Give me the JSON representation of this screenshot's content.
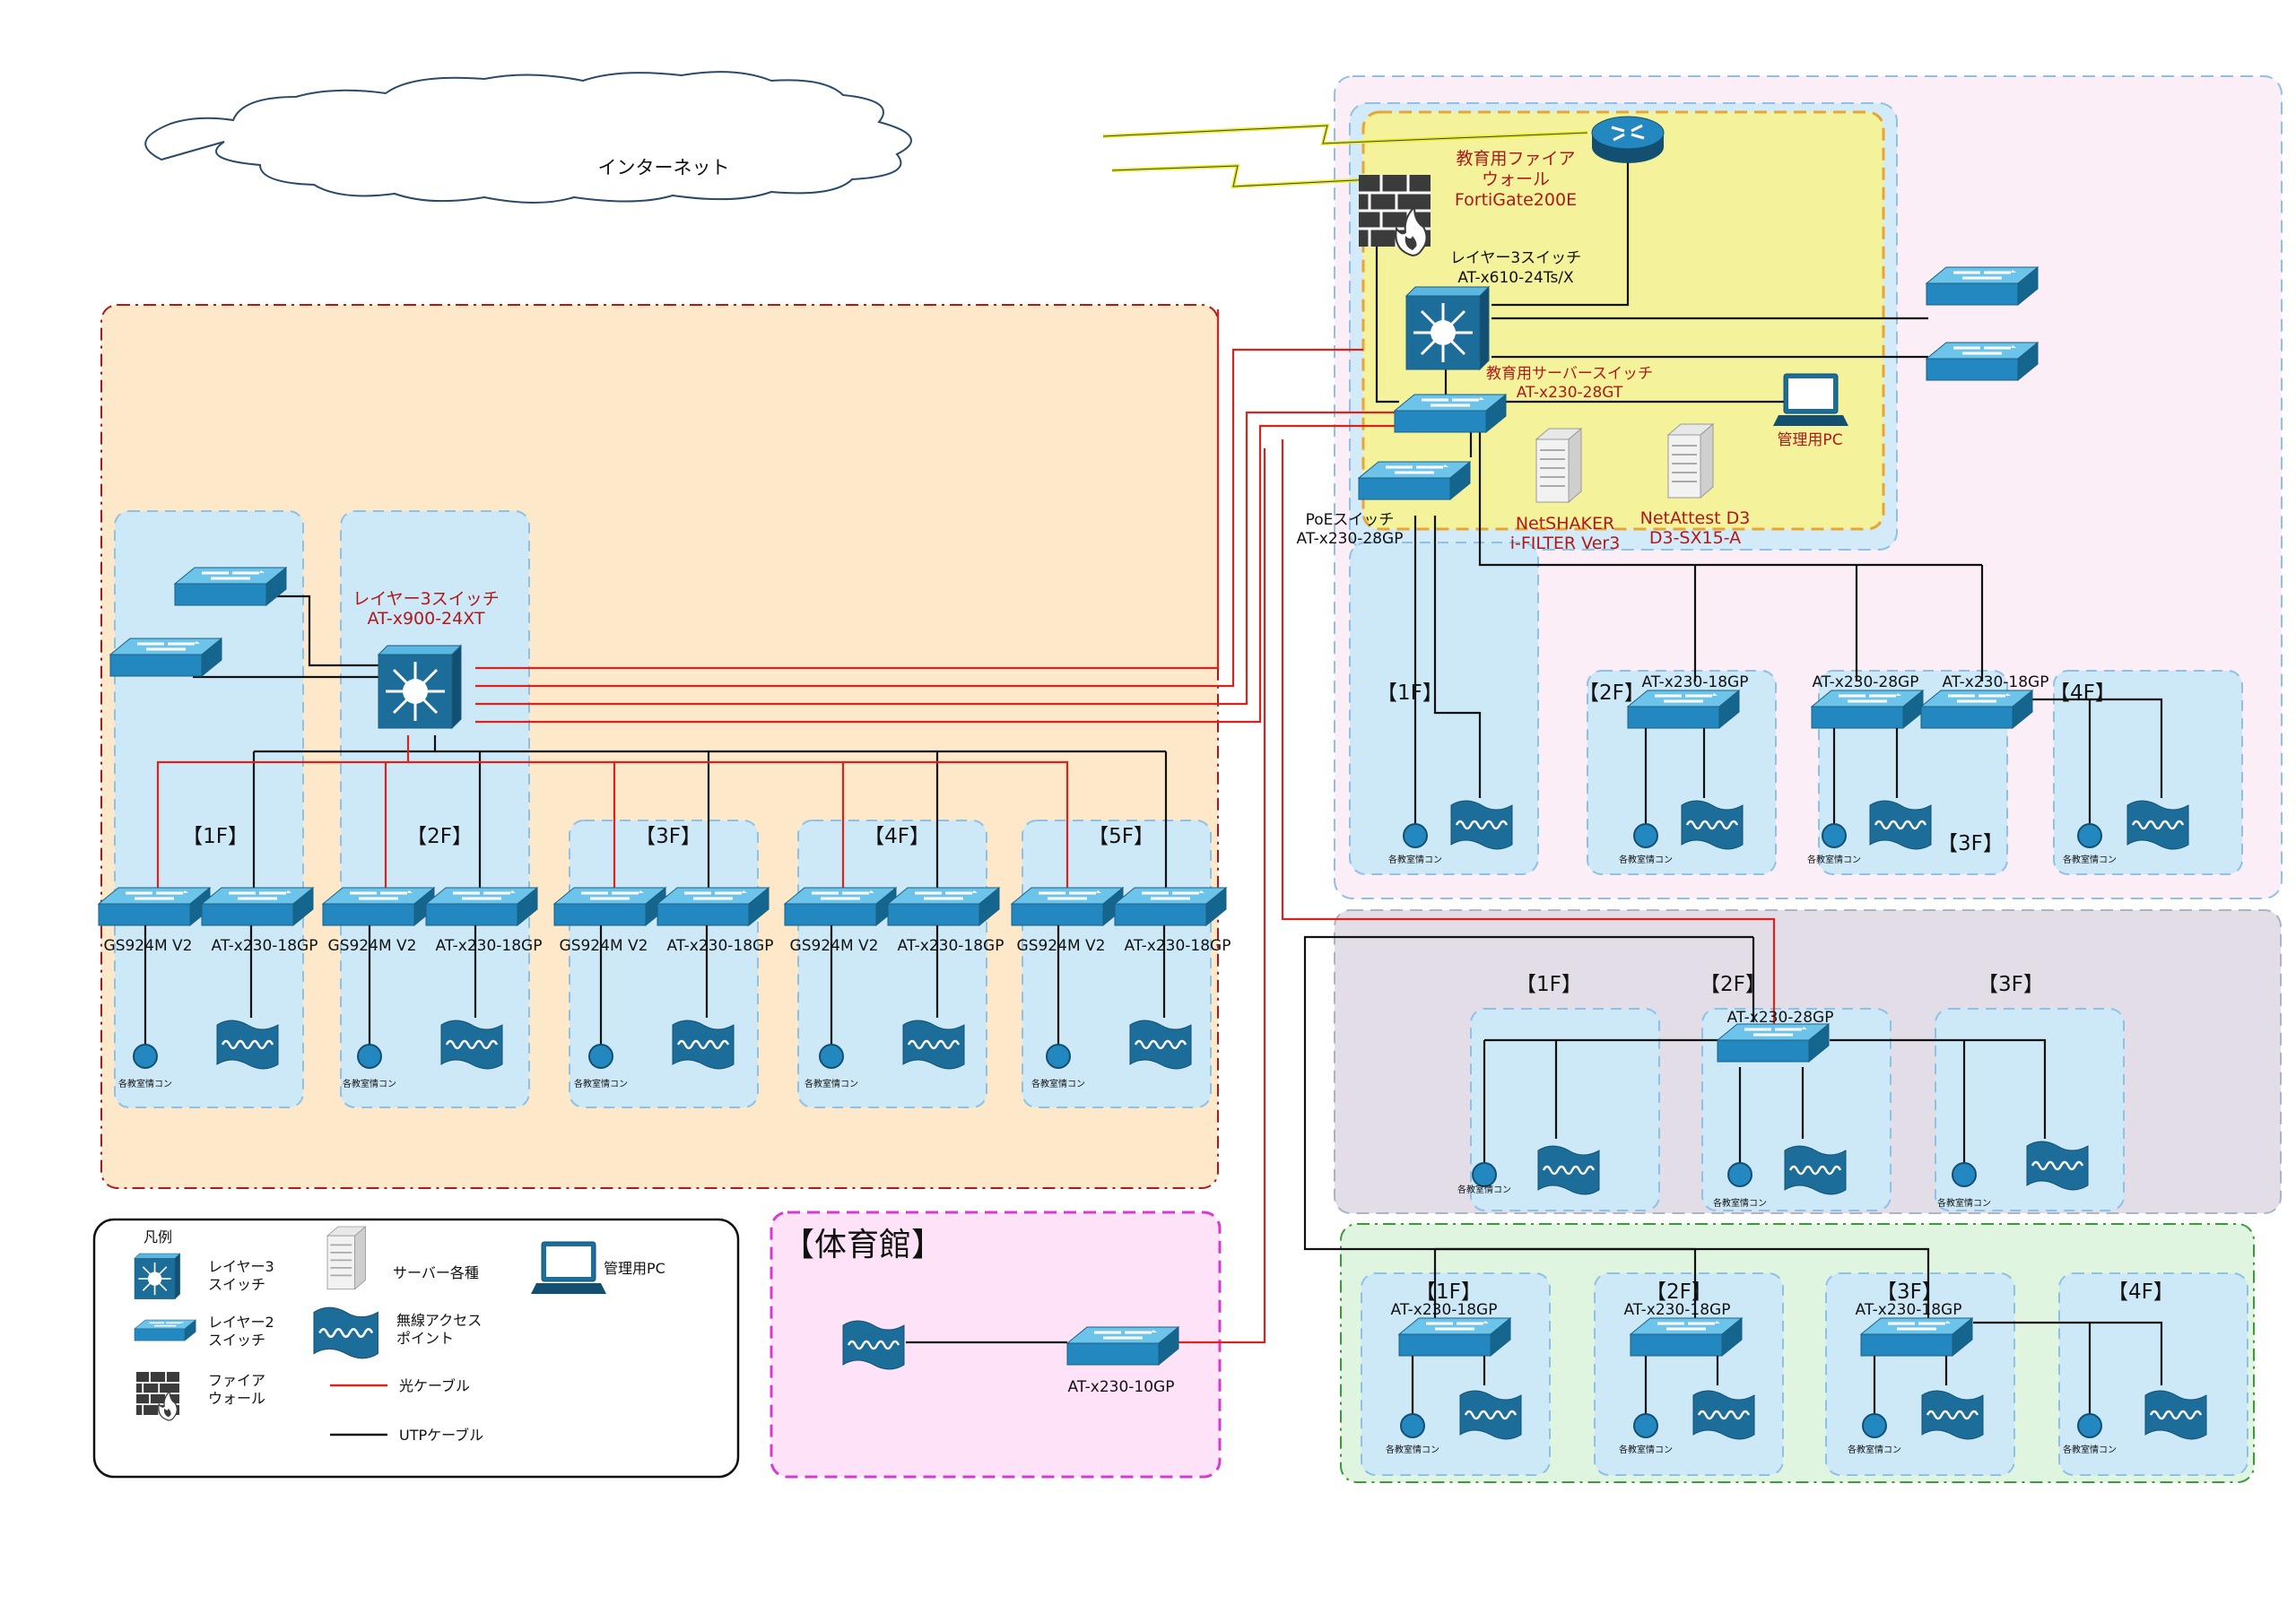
{
  "colors": {
    "fiber": "#d9231f",
    "utp": "#111111",
    "device": "#1f6f9a",
    "device_light": "#4fb6e4",
    "floor_zone": "#cde9f8",
    "school_zone": "#fde9c9",
    "server_zone": "#f4f39b",
    "pink_zone": "#fbeef6",
    "gray_zone": "#e3dde8",
    "green_zone": "#e0f5df",
    "gym_zone": "#fde2f8"
  },
  "cloud": {
    "label": "インターネット"
  },
  "core": {
    "firewall_label_lines": [
      "教育用ファイア",
      "ウォール",
      "FortiGate200E"
    ],
    "l3_label_lines": [
      "レイヤー3スイッチ",
      "AT-x610-24Ts/X"
    ],
    "server_switch_label_lines": [
      "教育用サーバースイッチ",
      "AT-x230-28GT"
    ],
    "admin_pc_label": "管理用PC",
    "poe_label_lines": [
      "PoEスイッチ",
      "AT-x230-28GP"
    ],
    "server1_label_lines": [
      "NetSHAKER",
      "i-FILTER Ver3"
    ],
    "server2_label_lines": [
      "NetAttest D3",
      "D3-SX15-A"
    ]
  },
  "left_building": {
    "l3_label_lines": [
      "レイヤー3スイッチ",
      "AT-x900-24XT"
    ],
    "floors": [
      "【1F】",
      "【2F】",
      "【3F】",
      "【4F】",
      "【5F】"
    ],
    "switch_a": "GS924M V2",
    "switch_b": "AT-x230-18GP",
    "room_label": "各教室情コン"
  },
  "right_top": {
    "floors": [
      "【1F】",
      "【2F】",
      "【3F】",
      "【4F】"
    ],
    "switch_labels": [
      "AT-x230-18GP",
      "AT-x230-28GP",
      "AT-x230-18GP"
    ],
    "room_label": "各教室情コン"
  },
  "right_mid": {
    "floors": [
      "【1F】",
      "【2F】",
      "【3F】"
    ],
    "switch_label": "AT-x230-28GP",
    "room_label": "各教室情コン"
  },
  "right_bottom": {
    "floors": [
      "【1F】",
      "【2F】",
      "【3F】",
      "【4F】"
    ],
    "switch_label": "AT-x230-18GP",
    "room_label": "各教室情コン"
  },
  "gym": {
    "title": "【体育館】",
    "switch_label": "AT-x230-10GP"
  },
  "legend": {
    "title": "凡例",
    "l3_lines": [
      "レイヤー3",
      "スイッチ"
    ],
    "l2_lines": [
      "レイヤー2",
      "スイッチ"
    ],
    "fw_lines": [
      "ファイア",
      "ウォール"
    ],
    "server": "サーバー各種",
    "ap_lines": [
      "無線アクセス",
      "ポイント"
    ],
    "pc": "管理用PC",
    "fiber": "光ケーブル",
    "utp": "UTPケーブル"
  }
}
